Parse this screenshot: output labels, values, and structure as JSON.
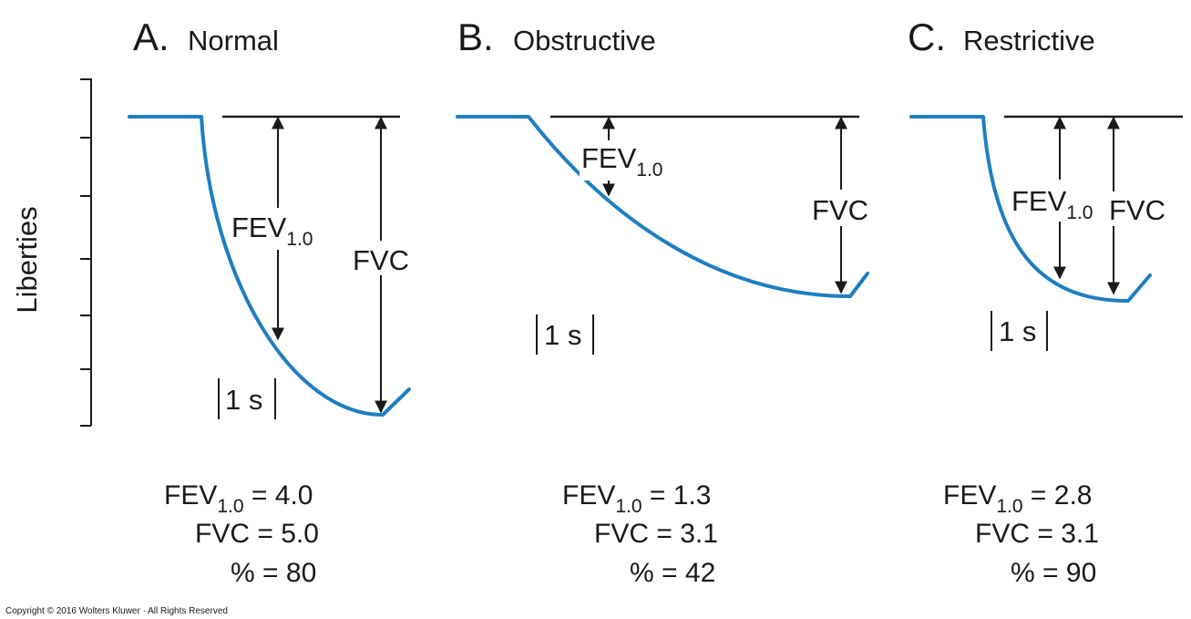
{
  "y_axis_label": "Liberties",
  "time_unit": "1 s",
  "labels": {
    "fev": "FEV",
    "fev_sub": "1.0",
    "fvc": "FVC",
    "percent_sign": "%",
    "equals": "="
  },
  "panels": [
    {
      "letter": "A.",
      "title": "Normal",
      "fev1": "4.0",
      "fvc": "5.0",
      "percent": "80"
    },
    {
      "letter": "B.",
      "title": "Obstructive",
      "fev1": "1.3",
      "fvc": "3.1",
      "percent": "42"
    },
    {
      "letter": "C.",
      "title": "Restrictive",
      "fev1": "2.8",
      "fvc": "3.1",
      "percent": "90"
    }
  ],
  "copyright": "Copyright © 2016 Wolters Kluwer · All Rights Reserved",
  "colors": {
    "curve": "#1f7ec1",
    "ink": "#1a1a1a"
  }
}
